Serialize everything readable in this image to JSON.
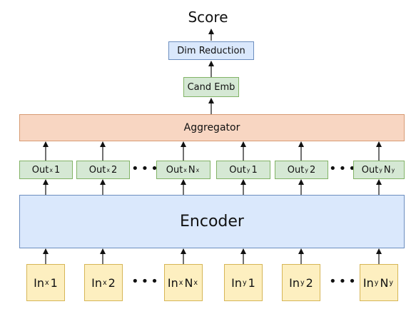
{
  "score": "Score",
  "dim_reduction": "Dim Reduction",
  "cand_emb": "Cand Emb",
  "aggregator": "Aggregator",
  "encoder": "Encoder",
  "ellipsis": "•••",
  "outputs": [
    {
      "base": "Out",
      "sub": "x",
      "suffix": "1"
    },
    {
      "base": "Out",
      "sub": "x",
      "suffix": "2"
    },
    {
      "base": "Out",
      "sub": "x",
      "suffix": "N",
      "suffix_sub": "x"
    },
    {
      "base": "Out",
      "sub": "y",
      "suffix": "1"
    },
    {
      "base": "Out",
      "sub": "y",
      "suffix": "2"
    },
    {
      "base": "Out",
      "sub": "y",
      "suffix": "N",
      "suffix_sub": "y"
    }
  ],
  "inputs": [
    {
      "base": "In",
      "sub": "x",
      "suffix": "1"
    },
    {
      "base": "In",
      "sub": "x",
      "suffix": "2"
    },
    {
      "base": "In",
      "sub": "x",
      "suffix": "N",
      "suffix_sub": "x"
    },
    {
      "base": "In",
      "sub": "y",
      "suffix": "1"
    },
    {
      "base": "In",
      "sub": "y",
      "suffix": "2"
    },
    {
      "base": "In",
      "sub": "y",
      "suffix": "N",
      "suffix_sub": "y"
    }
  ]
}
